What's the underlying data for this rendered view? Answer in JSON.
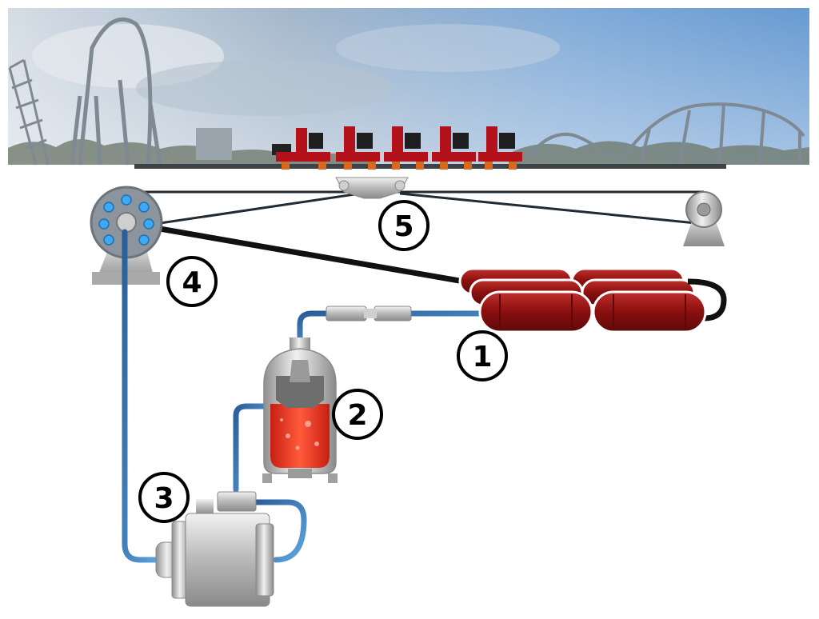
{
  "diagram": {
    "labels": [
      {
        "id": "1",
        "text": "1"
      },
      {
        "id": "2",
        "text": "2"
      },
      {
        "id": "3",
        "text": "3"
      },
      {
        "id": "4",
        "text": "4"
      },
      {
        "id": "5",
        "text": "5"
      }
    ],
    "colors": {
      "sky_top": "#6b9fd4",
      "sky_bottom": "#c9d6e3",
      "train_red": "#b3121b",
      "tank_red": "#8e1010",
      "metal": "#bdbdbd",
      "pipe_blue": "#3c78b4",
      "fluid_red": "#e8321e",
      "cable": "#111111"
    },
    "components": [
      "tank-bank",
      "accumulator",
      "hydraulic-pump",
      "winch-drum",
      "launch-sled",
      "return-pulley",
      "train"
    ]
  }
}
